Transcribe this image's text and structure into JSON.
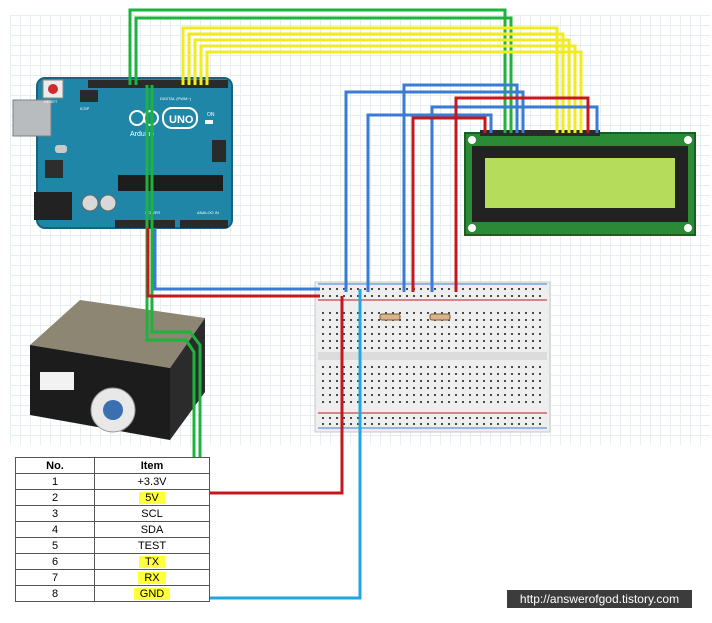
{
  "arduino": {
    "brand": "Arduino",
    "model": "UNO",
    "on_label": "ON",
    "reset_label": "RESET",
    "digital_label": "DIGITAL (PWM~)",
    "power_label": "POWER",
    "analog_label": "ANALOG IN",
    "icsp_label": "ICSP"
  },
  "table": {
    "headers": [
      "No.",
      "Item"
    ],
    "rows": [
      {
        "no": "1",
        "item": "+3.3V",
        "highlight": false
      },
      {
        "no": "2",
        "item": "5V",
        "highlight": true
      },
      {
        "no": "3",
        "item": "SCL",
        "highlight": false
      },
      {
        "no": "4",
        "item": "SDA",
        "highlight": false
      },
      {
        "no": "5",
        "item": "TEST",
        "highlight": false
      },
      {
        "no": "6",
        "item": "TX",
        "highlight": true
      },
      {
        "no": "7",
        "item": "RX",
        "highlight": true
      },
      {
        "no": "8",
        "item": "GND",
        "highlight": true
      }
    ]
  },
  "watermark": "http://answerofgod.tistory.com",
  "colors": {
    "wire_green": "#1db33d",
    "wire_yellow": "#f0ec1f",
    "wire_blue": "#3a7bd5",
    "wire_red": "#c4181f",
    "wire_cyan": "#1ea8e0",
    "arduino_board": "#1f86a8",
    "lcd_screen": "#b5dc5a"
  }
}
